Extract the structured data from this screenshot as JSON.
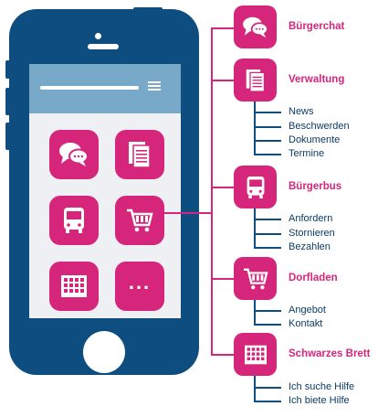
{
  "categories": [
    {
      "label": "Bürgerchat",
      "items": []
    },
    {
      "label": "Verwaltung",
      "items": [
        "News",
        "Beschwerden",
        "Dokumente",
        "Termine"
      ]
    },
    {
      "label": "Bürgerbus",
      "items": [
        "Anfordern",
        "Stornieren",
        "Bezahlen"
      ]
    },
    {
      "label": "Dorfladen",
      "items": [
        "Angebot",
        "Kontakt"
      ]
    },
    {
      "label": "Schwarzes Brett",
      "items": [
        "Ich suche Hilfe",
        "Ich biete Hilfe"
      ]
    }
  ],
  "phone": {
    "more_label": "..."
  },
  "colors": {
    "accent": "#d6267c",
    "phone_body": "#0d4d80",
    "screen_header": "#78a9c9",
    "screen_bg": "#eef0f3",
    "sub_text": "#0d3b66"
  }
}
